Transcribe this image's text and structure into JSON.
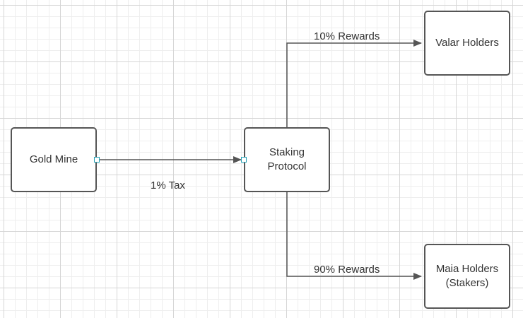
{
  "colors": {
    "stroke": "#555555",
    "text": "#333333",
    "grid_major": "#d6d6d6",
    "grid_minor": "#eeeeee",
    "port_accent": "#29a3b8"
  },
  "nodes": {
    "gold_mine": "Gold Mine",
    "staking_protocol": "Staking\nProtocol",
    "valar_holders": "Valar Holders",
    "maia_holders": "Maia Holders\n(Stakers)"
  },
  "edges": {
    "tax": "1% Tax",
    "valar_rewards": "10% Rewards",
    "maia_rewards": "90% Rewards"
  }
}
